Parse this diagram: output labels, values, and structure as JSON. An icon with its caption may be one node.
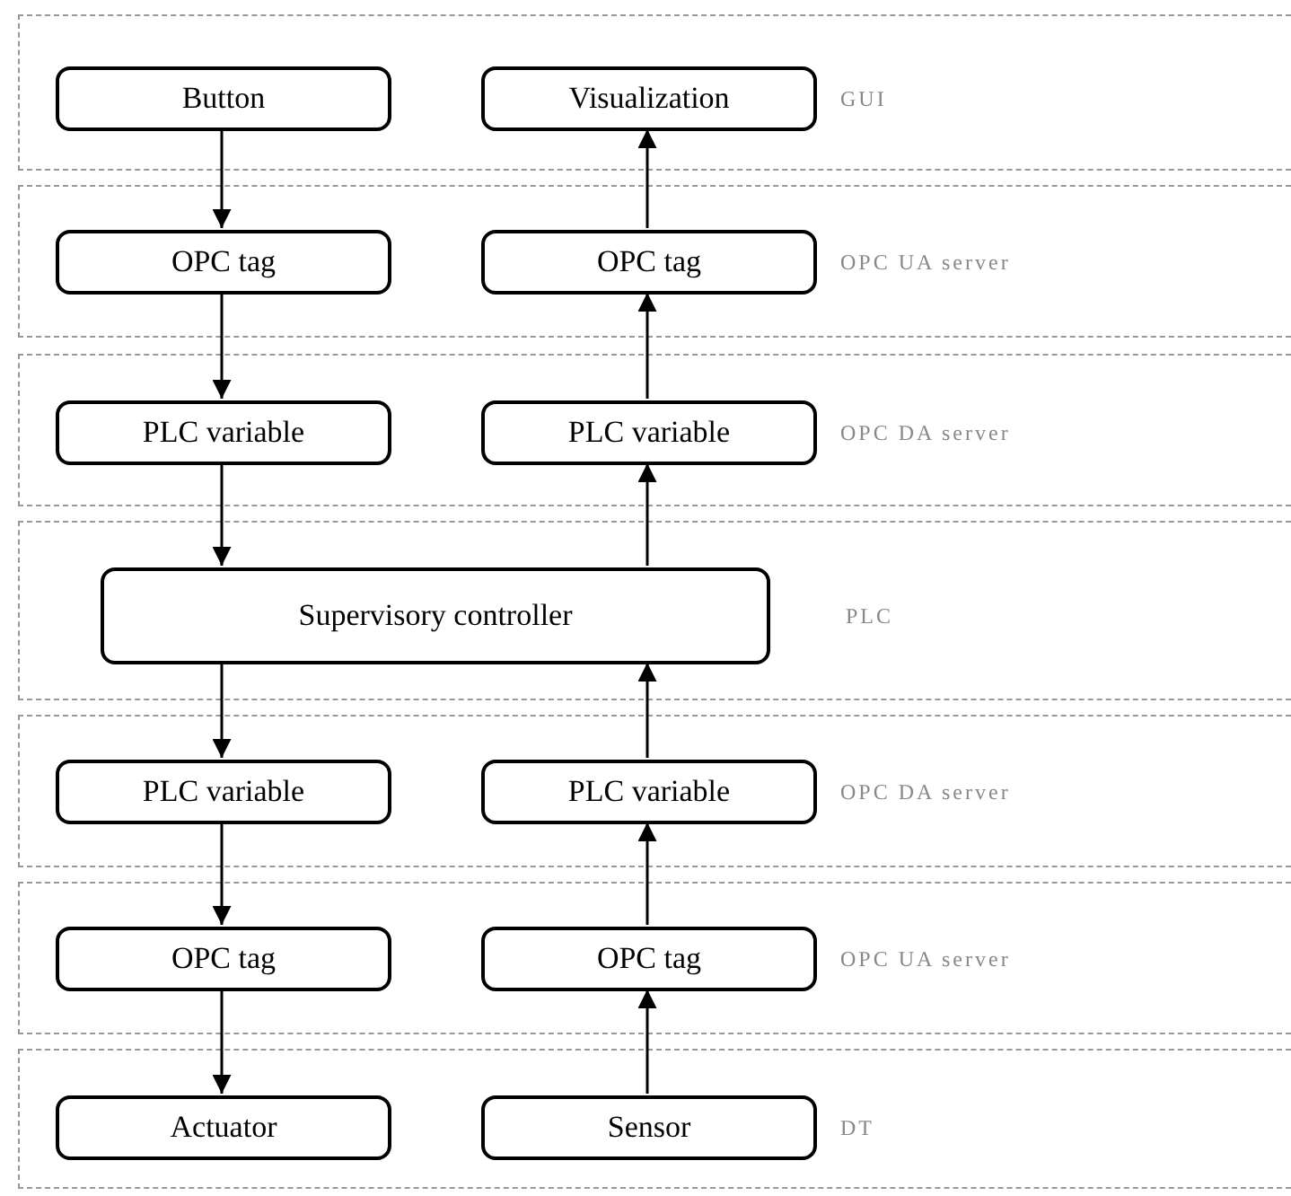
{
  "diagram": {
    "nodes": [
      {
        "text": [
          "GUI"
        ]
      },
      {
        "text": [
          "Button"
        ],
        "in": 0
      },
      {
        "text": [
          "Visualization"
        ],
        "in": 0
      },
      {
        "text": [
          "OPC UA server"
        ]
      },
      {
        "text": [
          "OPC tag"
        ],
        "in": 3
      },
      {
        "text": [
          "OPC tag"
        ],
        "in": 3
      },
      {
        "text": [
          "OPC DA server"
        ]
      },
      {
        "text": [
          "PLC variable"
        ],
        "in": 6
      },
      {
        "text": [
          "PLC variable"
        ],
        "in": 6
      },
      {
        "text": [
          "PLC"
        ]
      },
      {
        "text": [
          "Supervisory controller"
        ],
        "in": 9
      },
      {
        "text": [
          "OPC DA server"
        ]
      },
      {
        "text": [
          "PLC variable"
        ],
        "in": 11
      },
      {
        "text": [
          "PLC variable"
        ],
        "in": 11
      },
      {
        "text": [
          "OPC UA server"
        ]
      },
      {
        "text": [
          "OPC tag"
        ],
        "in": 14
      },
      {
        "text": [
          "OPC tag"
        ],
        "in": 14
      },
      {
        "text": [
          "DT"
        ]
      },
      {
        "text": [
          "Actuator"
        ],
        "in": 17
      },
      {
        "text": [
          "Sensor"
        ],
        "in": 17
      }
    ],
    "edges": [
      {
        "from": 1,
        "to": 4,
        "arrow": "to"
      },
      {
        "from": 4,
        "to": 7,
        "arrow": "to"
      },
      {
        "from": 7,
        "to": 10,
        "arrow": "to"
      },
      {
        "from": 10,
        "to": 12,
        "arrow": "to"
      },
      {
        "from": 12,
        "to": 15,
        "arrow": "to"
      },
      {
        "from": 15,
        "to": 18,
        "arrow": "to"
      },
      {
        "from": 19,
        "to": 16,
        "arrow": "to"
      },
      {
        "from": 16,
        "to": 13,
        "arrow": "to"
      },
      {
        "from": 13,
        "to": 10,
        "arrow": "to"
      },
      {
        "from": 10,
        "to": 8,
        "arrow": "to"
      },
      {
        "from": 8,
        "to": 5,
        "arrow": "to"
      },
      {
        "from": 5,
        "to": 2,
        "arrow": "to"
      }
    ]
  }
}
